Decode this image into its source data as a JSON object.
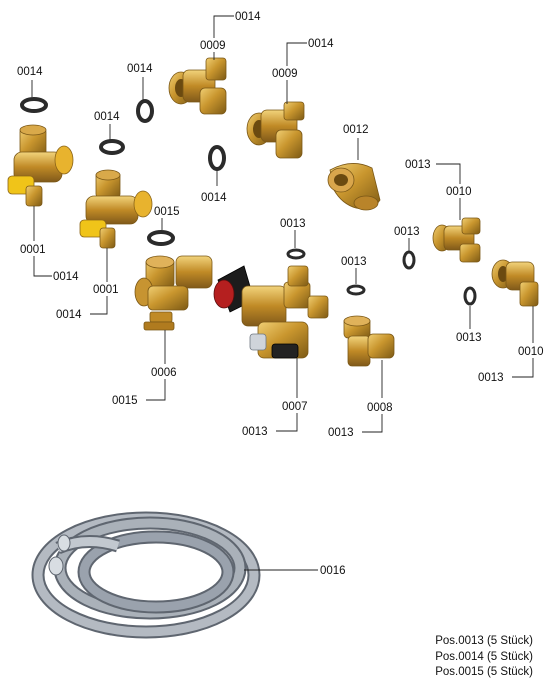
{
  "parts": {
    "p0001": "0001",
    "p0006": "0006",
    "p0007": "0007",
    "p0008": "0008",
    "p0009": "0009",
    "p0010": "0010",
    "p0012": "0012",
    "p0013": "0013",
    "p0014": "0014",
    "p0015": "0015",
    "p0016": "0016"
  },
  "quantities": [
    "Pos.0013 (5 Stück)",
    "Pos.0014 (5 Stück)",
    "Pos.0015 (5 Stück)"
  ],
  "colors": {
    "brass": "#c9962e",
    "brass_light": "#e3bd5e",
    "brass_dark": "#8a6418",
    "seal": "#2b2b2b",
    "hose": "#9aa2ad",
    "valve_black": "#1c1c1c",
    "valve_red": "#b51f1f"
  }
}
